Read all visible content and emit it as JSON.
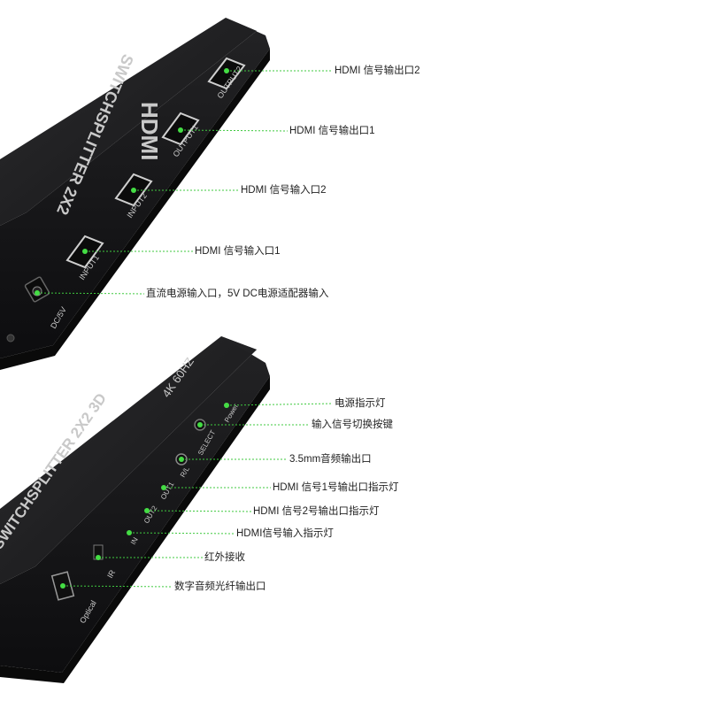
{
  "device_top": {
    "brand_logo": "HDMI",
    "model_label": "SWITCHSPLITTER 2X2",
    "port_labels": {
      "output2": "OUTPUT2",
      "output1": "OUTPUT1",
      "input2": "INPUT2",
      "input1": "INPUT1",
      "power": "DC/5V"
    }
  },
  "device_bottom": {
    "model_label": "SWITCHSPLITTER 2X2 3D",
    "resolution_label": "4K 60HZ",
    "panel_labels": {
      "power": "Power",
      "select": "SELECT",
      "rl": "R/L",
      "out1": "OUT1",
      "out2": "OUT2",
      "in": "IN",
      "ir": "IR",
      "optical": "Optical"
    }
  },
  "callouts_top": [
    "HDMI 信号输出口2",
    "HDMI 信号输出口1",
    "HDMI 信号输入口2",
    "HDMI 信号输入口1",
    "直流电源输入口，5V DC电源适配器输入"
  ],
  "callouts_bottom": [
    "电源指示灯",
    "输入信号切换按键",
    "3.5mm音频输出口",
    "HDMI 信号1号输出口指示灯",
    "HDMI 信号2号输出口指示灯",
    "HDMI信号输入指示灯",
    "红外接收",
    "数字音频光纤输出口"
  ],
  "colors": {
    "device_body": "#1d1d1f",
    "device_edge": "#3a3a3c",
    "leader_line": "#3fc93f",
    "label_text": "#222222"
  }
}
